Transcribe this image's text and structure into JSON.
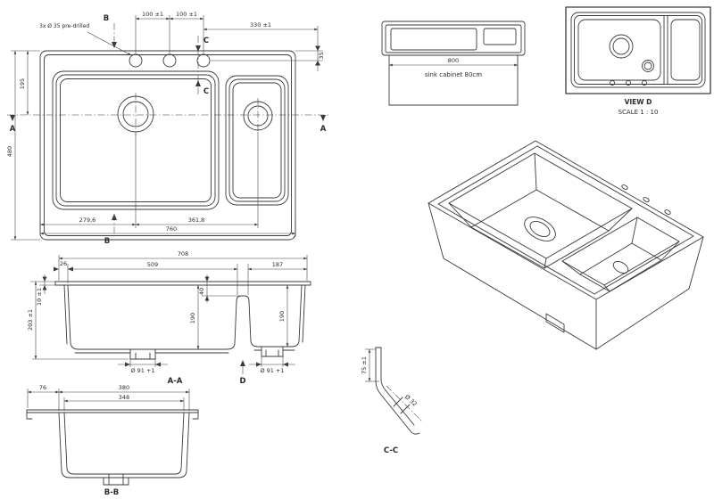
{
  "colors": {
    "background": "#ffffff",
    "line": "#3a3a3a",
    "text": "#2b2b2b"
  },
  "plan": {
    "note_predrilled": "3x Ø 35 pre-drilled",
    "dim_100_a": "100 ±1",
    "dim_100_b": "100 ±1",
    "dim_330": "330 ±1",
    "dim_35": "35",
    "dim_195": "195",
    "dim_480": "480",
    "dim_279_6": "279,6",
    "dim_361_8": "361,8",
    "dim_760": "760",
    "label_a": "A",
    "label_b": "B",
    "label_c": "C"
  },
  "section_aa": {
    "title": "A-A",
    "dim_708": "708",
    "dim_26": "26",
    "dim_509": "509",
    "dim_187": "187",
    "dim_40": "40",
    "dim_190": "190",
    "dim_203": "203 ±1",
    "dim_10": "10 ±1",
    "dim_drain": "Ø 91 +1",
    "label_view_d": "D"
  },
  "section_bb": {
    "title": "B-B",
    "dim_76": "76",
    "dim_380": "380",
    "dim_348": "348"
  },
  "section_cc": {
    "title": "C-C",
    "dim_75": "75 ±1",
    "dim_hole": "Ø 32"
  },
  "front_view": {
    "dim_800": "800",
    "caption": "sink cabinet 80cm"
  },
  "view_d": {
    "title": "VIEW D",
    "scale": "SCALE 1 : 10"
  }
}
